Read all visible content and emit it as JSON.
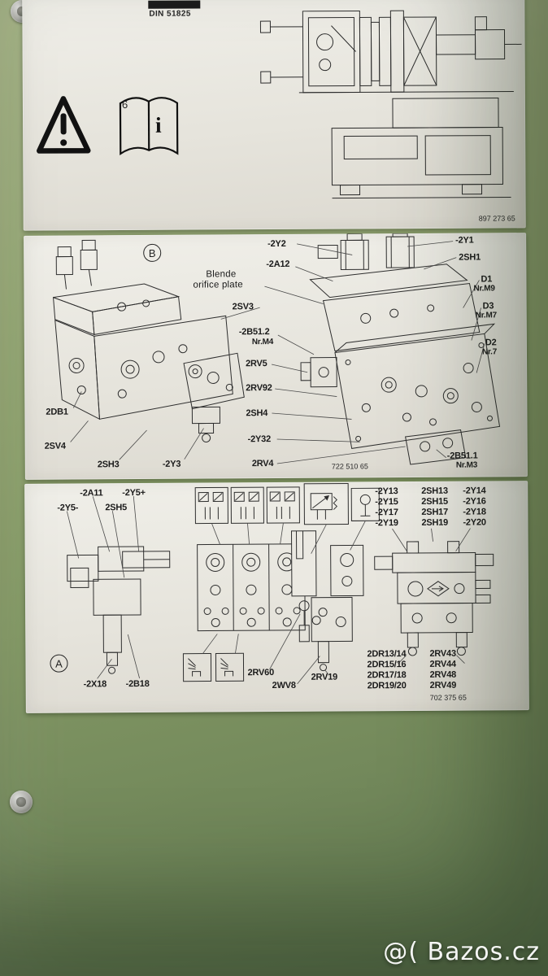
{
  "watermark": {
    "text": "@( Bazos.cz"
  },
  "panel_top": {
    "din_label": "DIN 51825",
    "book_number": "6",
    "book_letter": "i",
    "part_number": "897 273 65"
  },
  "panel_b": {
    "letter": "B",
    "part_number": "722 510 65",
    "labels": {
      "y2": "-2Y2",
      "a12": "-2A12",
      "blende_de": "Blende",
      "blende_en": "orifice plate",
      "sv3": "2SV3",
      "b51_2": "-2B51.2",
      "b51_2_nr": "Nr.M4",
      "rv5": "2RV5",
      "rv92": "2RV92",
      "sh4": "2SH4",
      "y32": "-2Y32",
      "db1": "2DB1",
      "sv4": "2SV4",
      "sh3": "2SH3",
      "y3": "-2Y3",
      "rv4": "2RV4",
      "y1": "-2Y1",
      "sh1": "2SH1",
      "d1": "D1",
      "d1_nr": "Nr.M9",
      "d3": "D3",
      "d3_nr": "Nr.M7",
      "d2": "D2",
      "d2_nr": "Nr.7",
      "b51_1": "-2B51.1",
      "b51_1_nr": "Nr.M3"
    }
  },
  "panel_a": {
    "letter": "A",
    "part_number": "702 375 65",
    "labels": {
      "a11": "-2A11",
      "y5_plus": "-2Y5+",
      "y5_minus": "-2Y5-",
      "sh5": "2SH5",
      "x18": "-2X18",
      "b18": "-2B18",
      "rv60": "2RV60",
      "wv8": "2WV8",
      "rv19": "2RV19"
    },
    "valve_grid": {
      "col_y_left": [
        "-2Y13",
        "-2Y15",
        "-2Y17",
        "-2Y19"
      ],
      "col_sh": [
        "2SH13",
        "2SH15",
        "2SH17",
        "2SH19"
      ],
      "col_y_right": [
        "-2Y14",
        "-2Y16",
        "-2Y18",
        "-2Y20"
      ],
      "col_dr": [
        "2DR13/14",
        "2DR15/16",
        "2DR17/18",
        "2DR19/20"
      ],
      "col_rv": [
        "2RV43",
        "2RV44",
        "2RV48",
        "2RV49"
      ]
    }
  }
}
